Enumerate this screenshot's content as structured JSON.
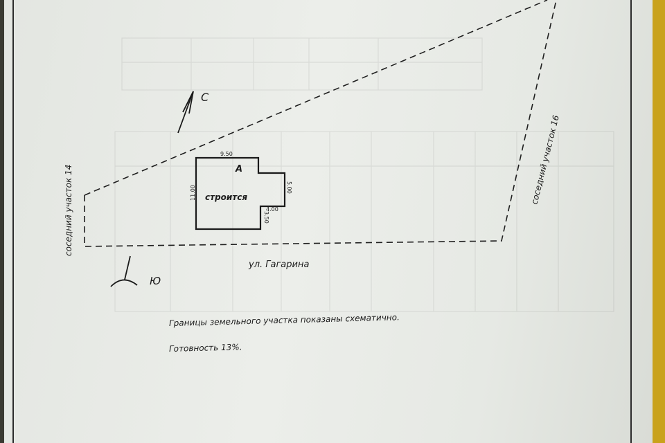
{
  "plan": {
    "north_label": "С",
    "south_label": "Ю",
    "neighbor_left": "соседний участок 14",
    "neighbor_right": "соседний участок 16",
    "street": "ул. Гагарина",
    "building": {
      "letter": "А",
      "status": "строится",
      "dims": {
        "top": "9.50",
        "left": "11.00",
        "right": "5.00",
        "step": "4.00",
        "bottom_right": "3.50"
      }
    }
  },
  "notes": {
    "boundaries": "Границы земельного участка показаны схематично.",
    "readiness": "Готовность 13%."
  }
}
